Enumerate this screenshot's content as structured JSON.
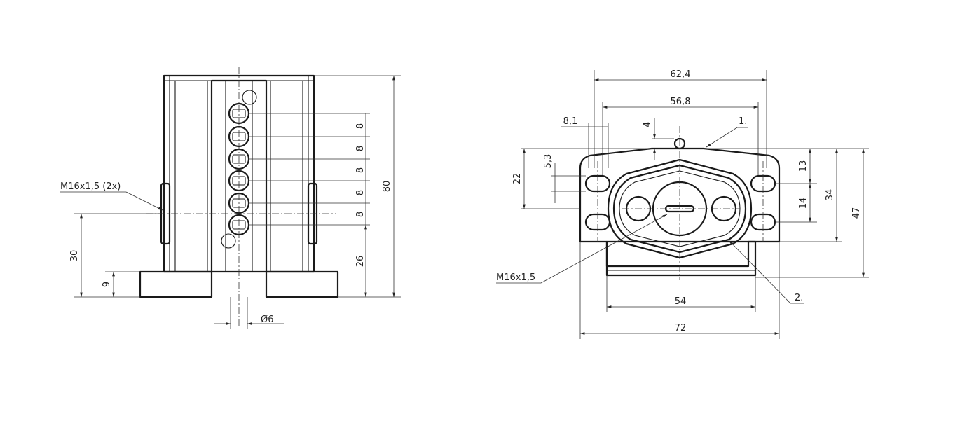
{
  "colors": {
    "line": "#1a1a1a",
    "background": "#ffffff"
  },
  "left_view": {
    "thread_label": "M16x1,5 (2x)",
    "dim_pitch": [
      "8",
      "8",
      "8",
      "8",
      "8"
    ],
    "dim_height": "80",
    "dim_base_offset": "26",
    "dim_thread_height": "30",
    "dim_flange": "9",
    "dim_hole": "Ø6"
  },
  "right_view": {
    "dim_width_outer": "62,4",
    "dim_width_inner": "56,8",
    "dim_offset": "8,1",
    "dim_cap": "4",
    "callout_1": "1.",
    "callout_2": "2.",
    "dim_slot": "5,3",
    "dim_height_22": "22",
    "dim_13": "13",
    "dim_14": "14",
    "dim_34": "34",
    "dim_47": "47",
    "thread_label": "M16x1,5",
    "dim_base_54": "54",
    "dim_base_72": "72"
  }
}
